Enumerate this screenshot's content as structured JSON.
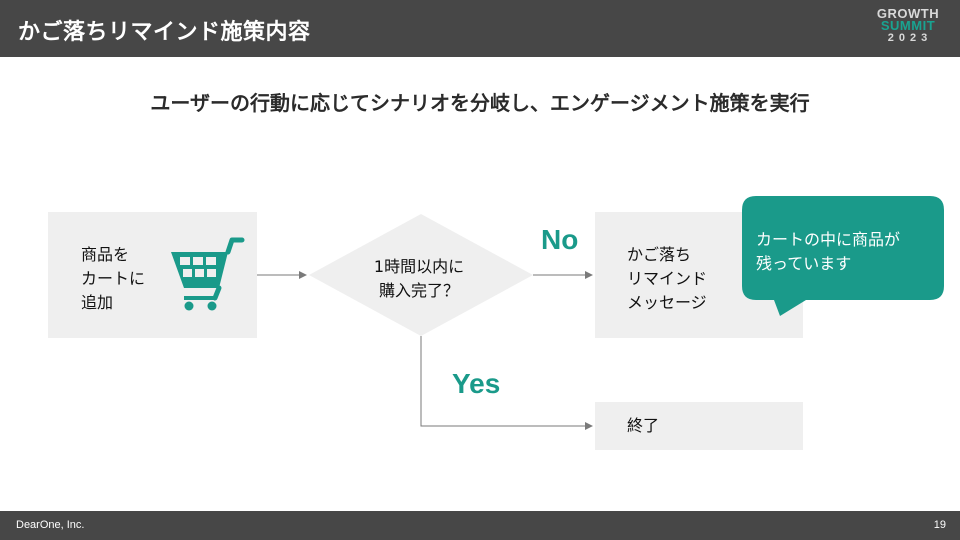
{
  "header": {
    "title": "かご落ちリマインド施策内容",
    "logo": {
      "line1": "GROWTH",
      "line2": "SUMMIT",
      "line3": "2023"
    }
  },
  "subtitle": "ユーザーの行動に応じてシナリオを分岐し、エンゲージメント施策を実行",
  "flow": {
    "start_box": "商品を\nカートに\n追加",
    "decision": "1時間以内に\n購入完了？",
    "no_label": "No",
    "yes_label": "Yes",
    "reminder_box": "かご落ち\nリマインド\nメッセージ",
    "end_box": "終了",
    "callout": "カートの中に商品が\n残っています"
  },
  "icons": {
    "cart": "shopping-cart-icon"
  },
  "colors": {
    "accent": "#1a9a8a",
    "box": "#efefef",
    "bar": "#474747"
  },
  "footer": {
    "company": "DearOne, Inc.",
    "page": "19"
  }
}
